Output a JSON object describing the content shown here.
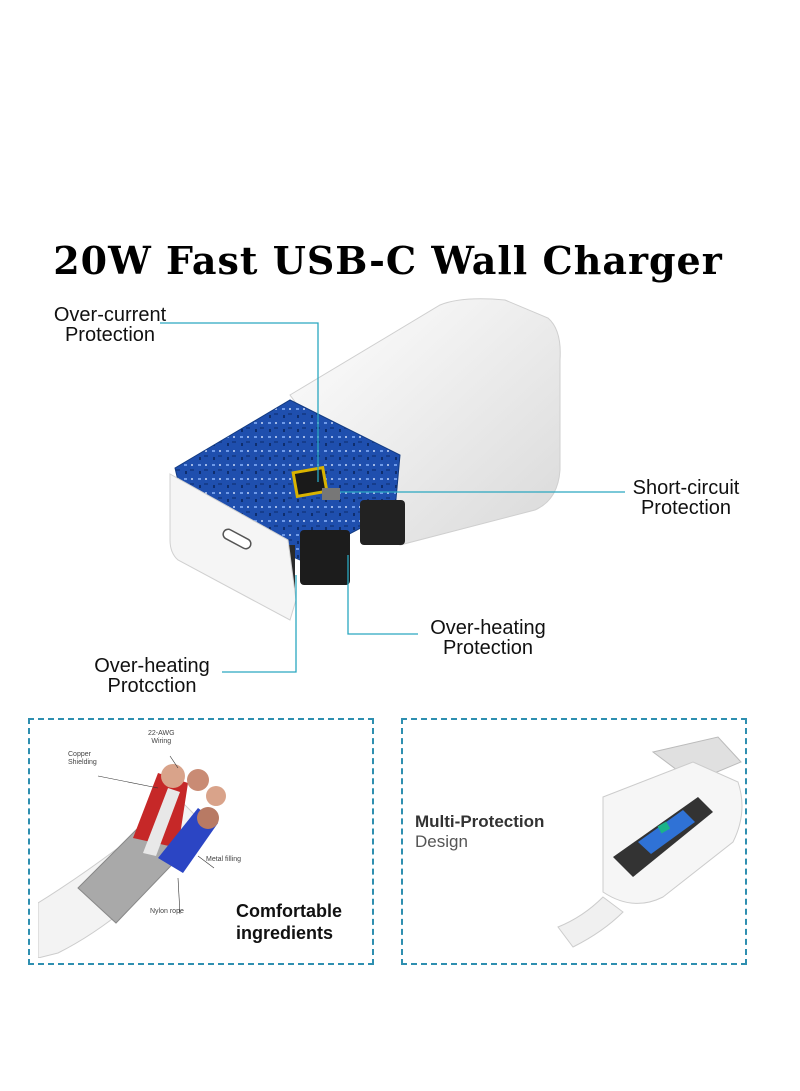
{
  "title": "20W Fast USB-C Wall Charger",
  "callouts": {
    "over_current": [
      "Over-current",
      "Protection"
    ],
    "short_circuit": [
      "Short-circuit",
      "Protection"
    ],
    "over_heating_1": [
      "Over-heating",
      "Protection"
    ],
    "over_heating_2": [
      "Over-heating",
      "Protcction"
    ]
  },
  "cable_panel": {
    "labels": {
      "copper": [
        "Copper",
        "Shielding"
      ],
      "awg": [
        "22-AWG",
        "Wiring"
      ],
      "metal": "Metal filling",
      "nylon": "Nylon rope"
    },
    "caption": [
      "Comfortable",
      "ingredients"
    ]
  },
  "protection_panel": {
    "title": "Multi-Protection",
    "subtitle": "Design"
  },
  "colors": {
    "leader_line": "#2aa7c0",
    "panel_border": "#2e8fb0",
    "pcb_blue": "#1d4fa8",
    "charger_white": "#f4f4f4"
  }
}
